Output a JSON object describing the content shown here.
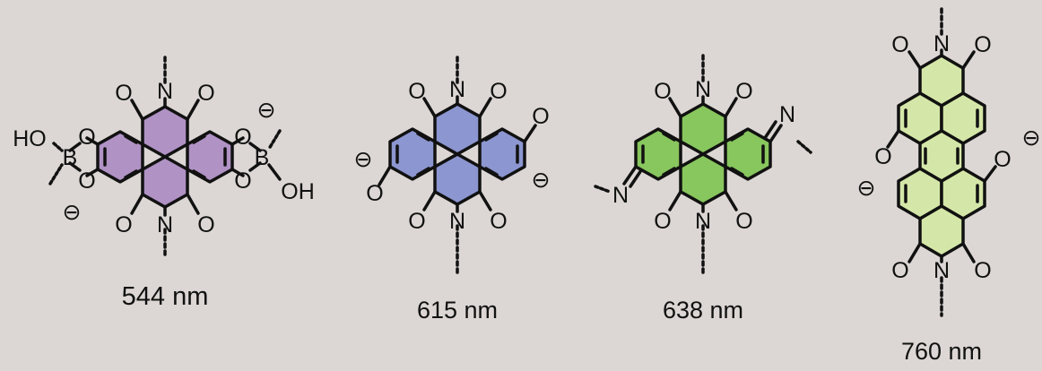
{
  "colors": {
    "background": "#dcd7d4",
    "compound1_fill": "#b092c4",
    "compound2_fill": "#8c96d0",
    "compound3_fill": "#88c65e",
    "compound4_fill": "#d5e7a8"
  },
  "compounds": [
    {
      "wavelength": "544 nm",
      "atoms": {
        "n_top": "N",
        "n_bottom": "N",
        "o1": "O",
        "o2": "O",
        "o3": "O",
        "o4": "O",
        "ho_left": "HO",
        "b_left": "B",
        "b_right": "B",
        "oh_right": "OH",
        "ring_o1": "O",
        "ring_o2": "O",
        "ring_o3": "O",
        "ring_o4": "O",
        "minus1": "⊖",
        "minus2": "⊖"
      }
    },
    {
      "wavelength": "615 nm",
      "atoms": {
        "n_top": "N",
        "n_bottom": "N",
        "o1": "O",
        "o2": "O",
        "o3": "O",
        "o4": "O",
        "ox_left": "O",
        "ox_right": "O",
        "minus1": "⊖",
        "minus2": "⊖"
      }
    },
    {
      "wavelength": "638 nm",
      "atoms": {
        "n_top": "N",
        "n_bottom": "N",
        "o1": "O",
        "o2": "O",
        "o3": "O",
        "o4": "O",
        "n_left": "N",
        "n_right": "N"
      }
    },
    {
      "wavelength": "760 nm",
      "atoms": {
        "n_top": "N",
        "n_bottom": "N",
        "o1": "O",
        "o2": "O",
        "o3": "O",
        "o4": "O",
        "ox_left": "O",
        "ox_right": "O",
        "minus1": "⊖",
        "minus2": "⊖"
      }
    }
  ]
}
